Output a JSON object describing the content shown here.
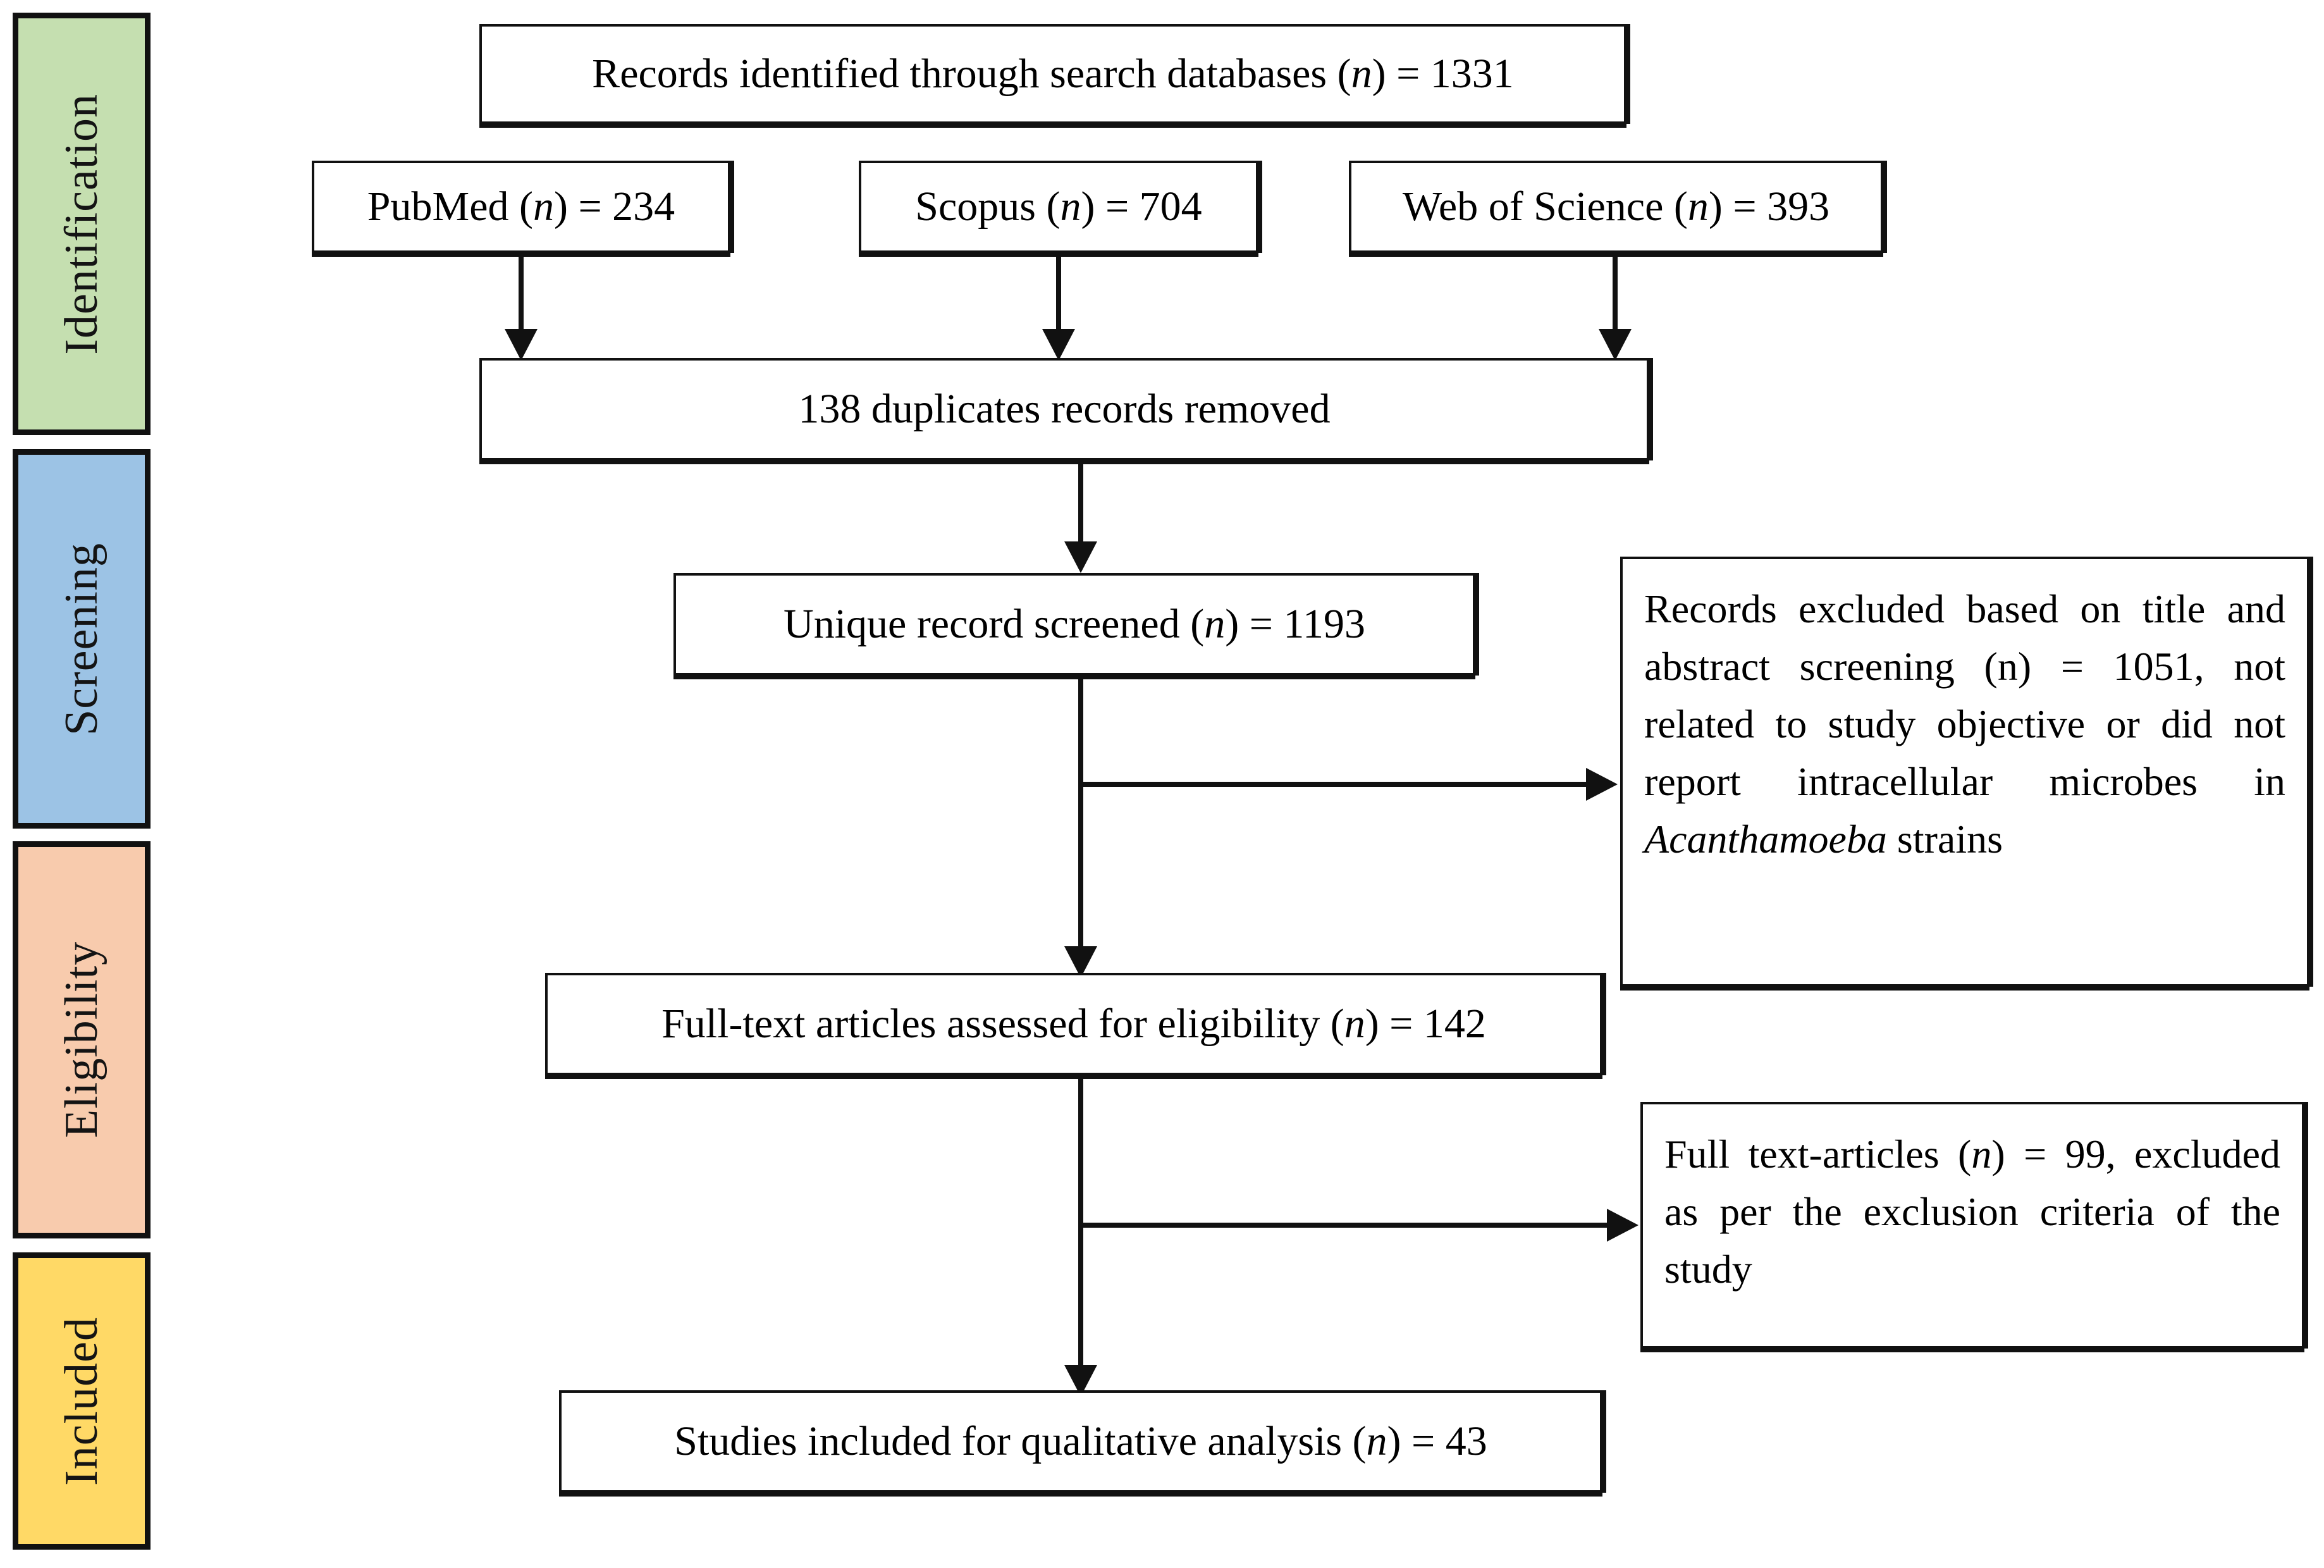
{
  "diagram": {
    "type": "prisma-flow-diagram",
    "title": "PRISMA flow diagram",
    "stages": [
      {
        "id": "identification",
        "label": "Identification",
        "color": "#c5dfb0"
      },
      {
        "id": "screening",
        "label": "Screening",
        "color": "#9cc3e5"
      },
      {
        "id": "eligibility",
        "label": "Eligibility",
        "color": "#f8cbad"
      },
      {
        "id": "included",
        "label": "Included",
        "color": "#ffd966"
      }
    ],
    "boxes": {
      "records_identified": {
        "text": "Records identified through search databases (n) = 1331",
        "label": "Records identified through search databases",
        "n": 1331
      },
      "pubmed": {
        "text": "PubMed (n) = 234",
        "label": "PubMed",
        "n": 234
      },
      "scopus": {
        "text": "Scopus (n) = 704",
        "label": "Scopus",
        "n": 704
      },
      "web_of_science": {
        "text": "Web of Science (n) = 393",
        "label": "Web of Science",
        "n": 393
      },
      "duplicates_removed": {
        "text": "138 duplicates records removed",
        "label": "duplicates records removed",
        "n": 138
      },
      "unique_screened": {
        "text": "Unique record screened (n) = 1193",
        "label": "Unique record screened",
        "n": 1193
      },
      "excluded_title_abstract": {
        "text": "Records excluded based on title and abstract screening (n) = 1051, not related to study objective or did not report intracellular microbes in ",
        "text_italic": "Acanthamoeba",
        "text_tail": " strains",
        "label": "Records excluded based on title and abstract screening",
        "n": 1051
      },
      "fulltext_assessed": {
        "text": "Full-text articles assessed for eligibility (n) = 142",
        "label": "Full-text articles assessed for eligibility",
        "n": 142
      },
      "excluded_fulltext": {
        "text": "Full text-articles (n) = 99, excluded as per the exclusion criteria of the study",
        "label": "Full text-articles excluded as per the exclusion criteria of the study",
        "n": 99
      },
      "studies_included": {
        "text": "Studies included for qualitative analysis (n) = 43",
        "label": "Studies included for qualitative analysis",
        "n": 43
      }
    }
  }
}
